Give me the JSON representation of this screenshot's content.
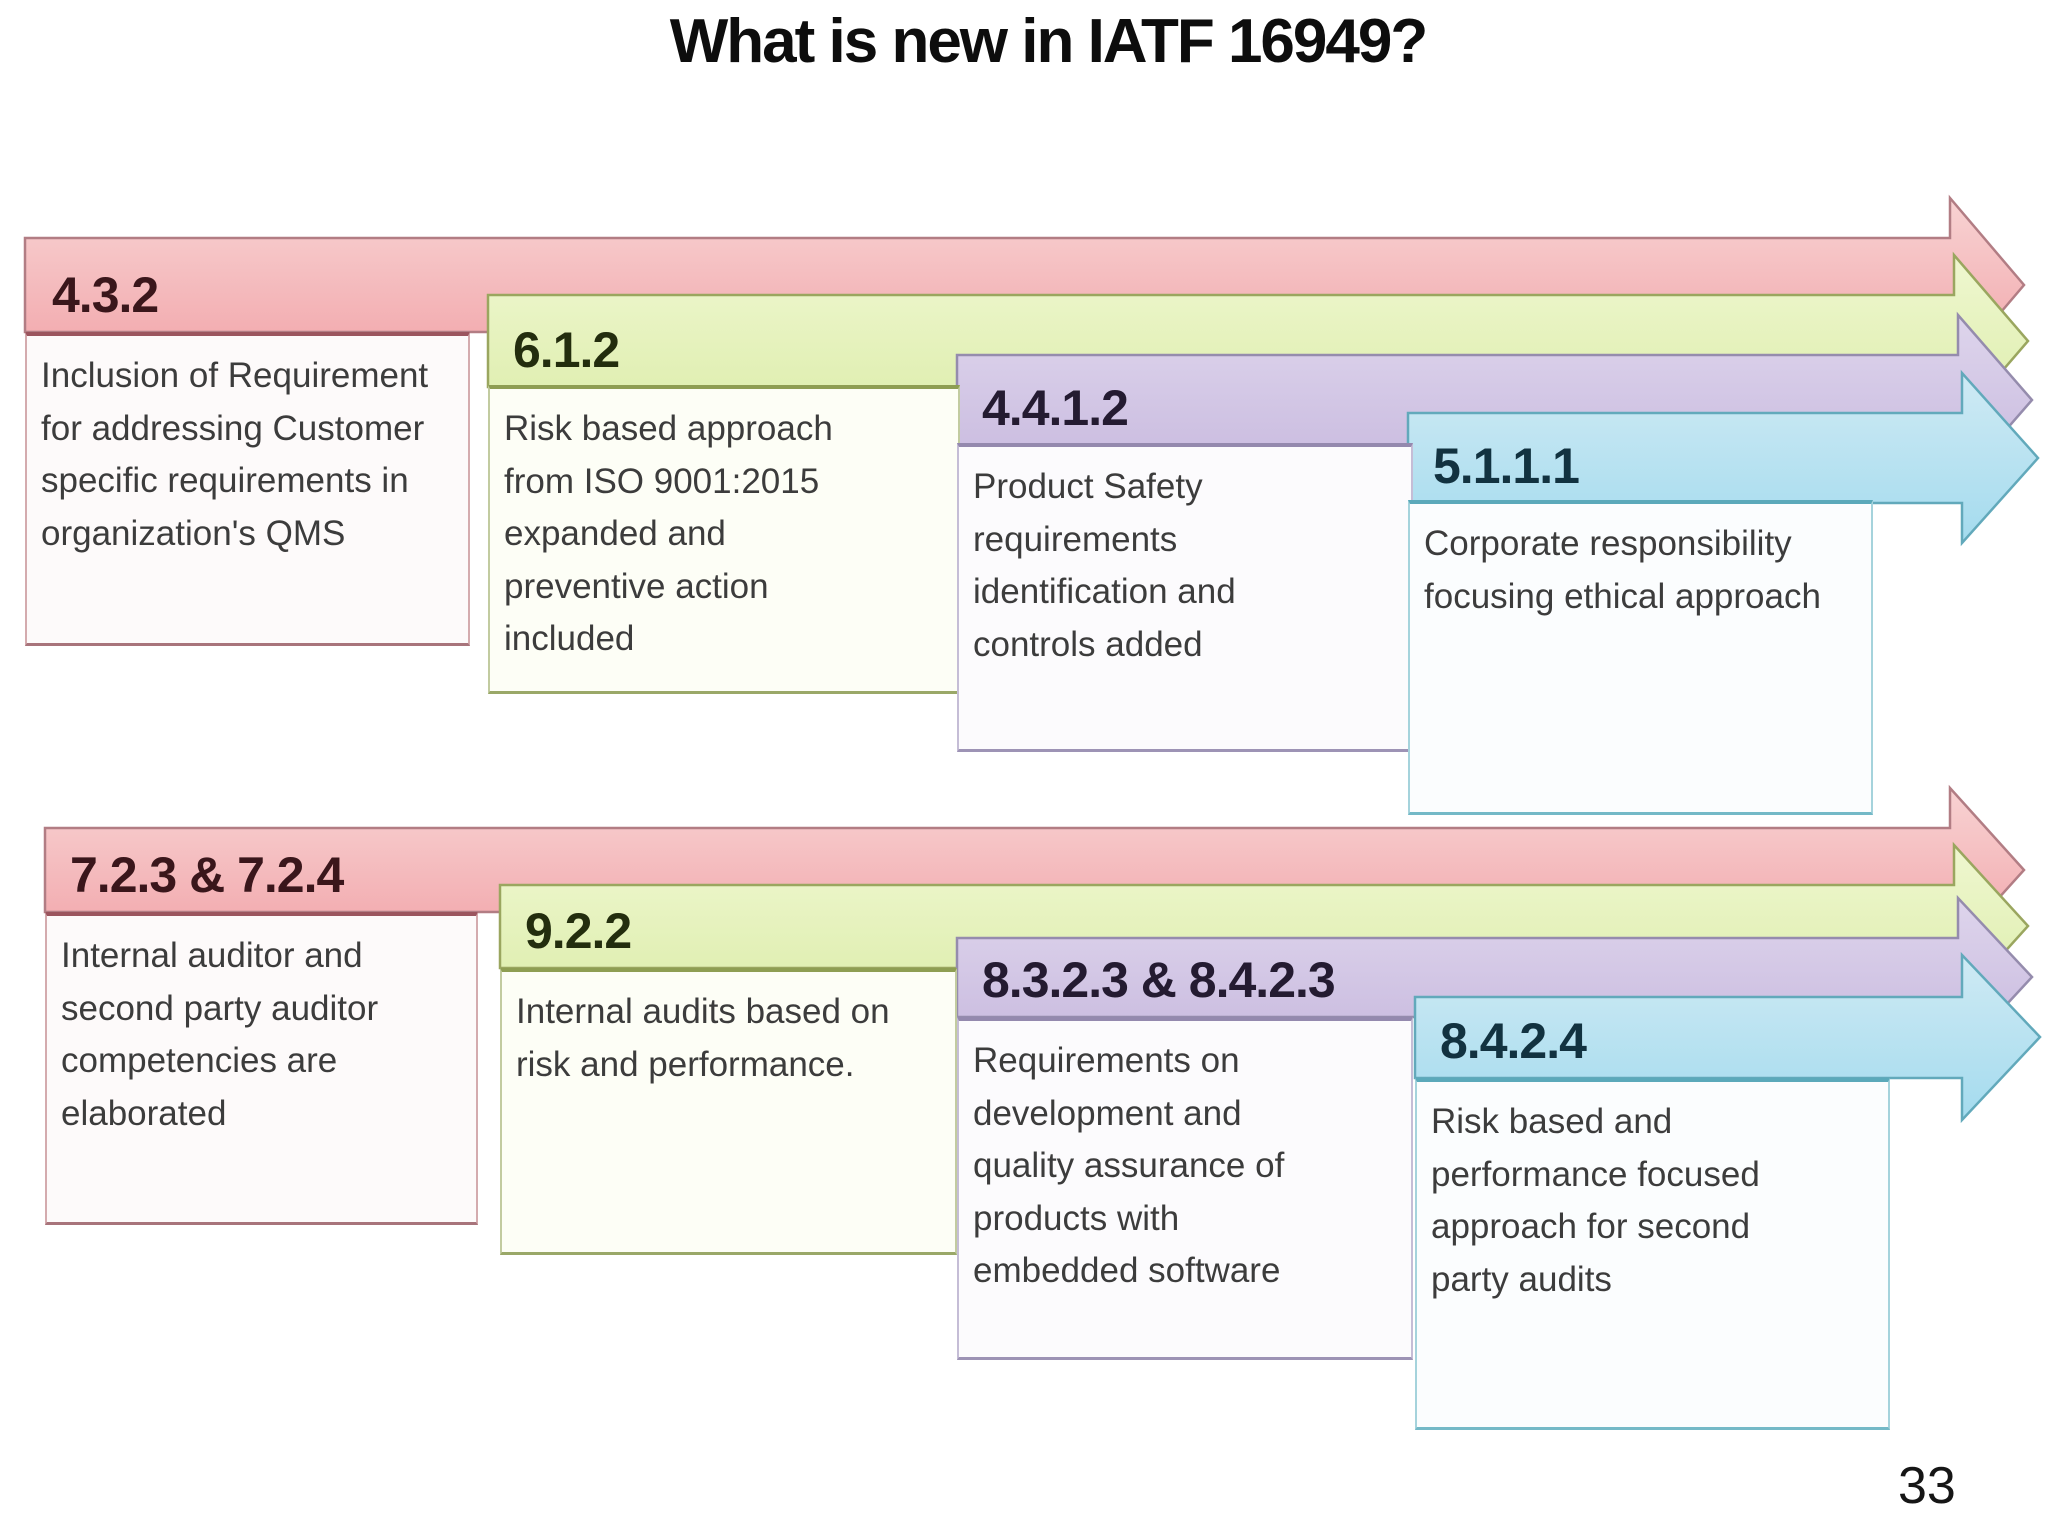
{
  "slide": {
    "title": "What is new in IATF 16949?",
    "page_number": "33"
  },
  "themes": {
    "pink": {
      "fill_top": "#f8d3d3",
      "fill_bottom": "#f1a3a8",
      "border": "#9b555e",
      "label_color": "#3a161b"
    },
    "green": {
      "fill_top": "#eff7d0",
      "fill_bottom": "#dcedaa",
      "border": "#8e9e52",
      "label_color": "#232d0e"
    },
    "purple": {
      "fill_top": "#ded5ec",
      "fill_bottom": "#c7b8de",
      "border": "#9489ae",
      "label_color": "#241b31"
    },
    "blue": {
      "fill_top": "#cfeaf4",
      "fill_bottom": "#a4dbee",
      "border": "#5ba9ba",
      "label_color": "#123240"
    }
  },
  "rows": [
    {
      "arrows": [
        {
          "clause": "4.3.2",
          "theme": "pink",
          "description": "Inclusion of Requirement\nfor addressing  Customer\nspecific requirements  in\norganization's QMS"
        },
        {
          "clause": "6.1.2",
          "theme": "green",
          "description": "Risk based approach\nfrom ISO 9001:2015\nexpanded and\npreventive action\nincluded"
        },
        {
          "clause": "4.4.1.2",
          "theme": "purple",
          "description": "Product Safety\nrequirements\nidentification and\ncontrols added"
        },
        {
          "clause": "5.1.1.1",
          "theme": "blue",
          "description": "Corporate responsibility\nfocusing ethical approach"
        }
      ]
    },
    {
      "arrows": [
        {
          "clause": "7.2.3 & 7.2.4",
          "theme": "pink",
          "description": "Internal auditor and\nsecond party auditor\ncompetencies are\nelaborated"
        },
        {
          "clause": "9.2.2",
          "theme": "green",
          "description": "Internal audits based on\nrisk and performance."
        },
        {
          "clause": "8.3.2.3 & 8.4.2.3",
          "theme": "purple",
          "description": "Requirements on\ndevelopment and\nquality assurance of\nproducts with\nembedded software"
        },
        {
          "clause": "8.4.2.4",
          "theme": "blue",
          "description": "Risk based and\nperformance focused\napproach for second\nparty audits"
        }
      ]
    }
  ]
}
